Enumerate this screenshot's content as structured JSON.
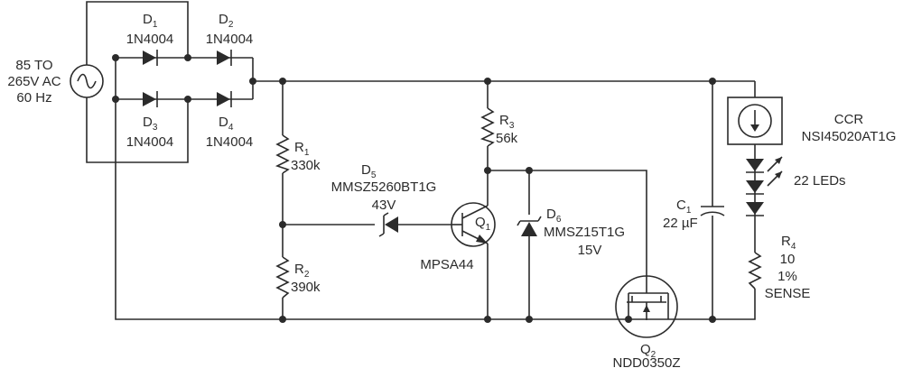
{
  "source": {
    "line1": "85 TO",
    "line2": "265V AC",
    "line3": "60 Hz"
  },
  "bridge": {
    "d1": {
      "ref": "D",
      "sub": "1",
      "part": "1N4004"
    },
    "d2": {
      "ref": "D",
      "sub": "2",
      "part": "1N4004"
    },
    "d3": {
      "ref": "D",
      "sub": "3",
      "part": "1N4004"
    },
    "d4": {
      "ref": "D",
      "sub": "4",
      "part": "1N4004"
    }
  },
  "r1": {
    "ref": "R",
    "sub": "1",
    "value": "330k"
  },
  "r2": {
    "ref": "R",
    "sub": "2",
    "value": "390k"
  },
  "r3": {
    "ref": "R",
    "sub": "3",
    "value": "56k"
  },
  "r4": {
    "ref": "R",
    "sub": "4",
    "value": "10",
    "tol": "1%",
    "note": "SENSE"
  },
  "d5": {
    "ref": "D",
    "sub": "5",
    "part": "MMSZ5260BT1G",
    "voltage": "43V"
  },
  "d6": {
    "ref": "D",
    "sub": "6",
    "part": "MMSZ15T1G",
    "voltage": "15V"
  },
  "q1": {
    "ref": "Q",
    "sub": "1",
    "part": "MPSA44"
  },
  "q2": {
    "ref": "Q",
    "sub": "2",
    "part": "NDD0350Z"
  },
  "c1": {
    "ref": "C",
    "sub": "1",
    "value": "22 µF"
  },
  "ccr": {
    "title": "CCR",
    "part": "NSI45020AT1G"
  },
  "leds": {
    "label": "22 LEDs"
  }
}
